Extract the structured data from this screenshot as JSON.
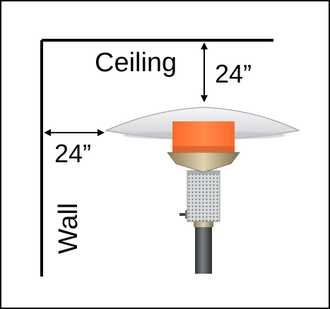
{
  "labels": {
    "ceiling": "Ceiling",
    "wall": "Wall",
    "ceiling_clearance": "24”",
    "wall_clearance": "24”"
  },
  "colors": {
    "line": "#000000",
    "shade": "#e6e7ea",
    "emitter": "#ff7a3c",
    "brass": "#b8a57a",
    "pole": "#505557",
    "mesh": "#c9cccf"
  },
  "icons": {
    "heater": "patio-heater-icon"
  }
}
